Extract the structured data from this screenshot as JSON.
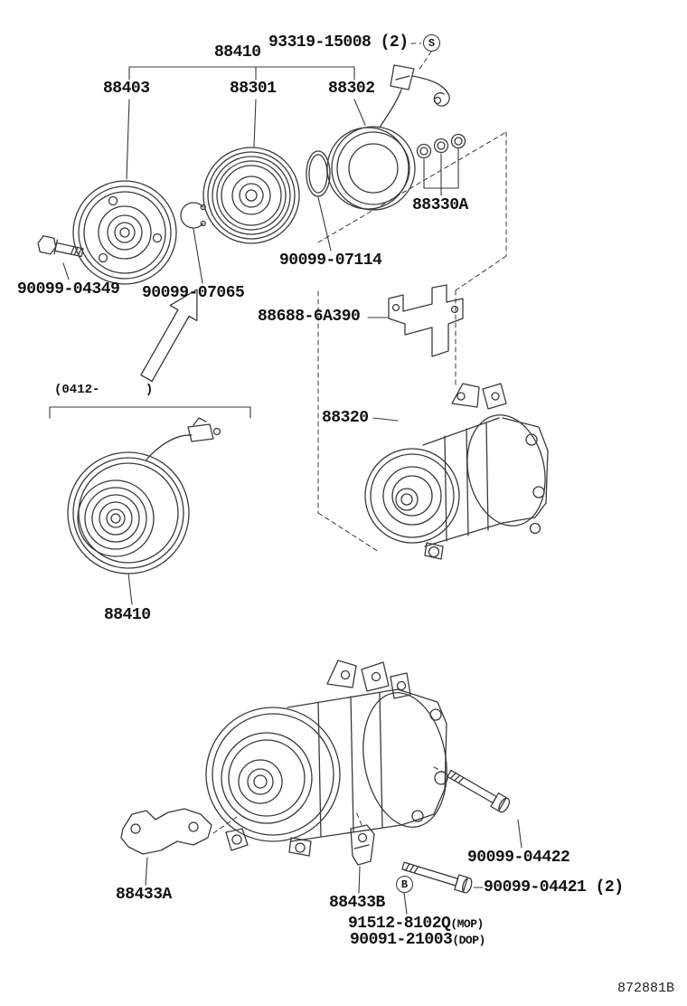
{
  "meta": {
    "drawing_number": "872881B",
    "background_color": "#ffffff",
    "line_color": "#3a3a3a",
    "text_color": "#111111"
  },
  "labels": {
    "screw_93319": "93319-15008 (2)",
    "assy_88410_top": "88410",
    "part_88403": "88403",
    "part_88301": "88301",
    "part_88302": "88302",
    "part_88330A": "88330A",
    "ring_90099_07114": "90099-07114",
    "bolt_90099_04349": "90099-04349",
    "ring_90099_07065": "90099-07065",
    "bracket_88688": "88688-6A390",
    "compressor_88320": "88320",
    "date_range": "(0412-      )",
    "assy_88410_bottom": "88410",
    "bolt_90099_04422": "90099-04422",
    "bracket_88433A": "88433A",
    "bolt_90099_04421": "90099-04421 (2)",
    "bracket_88433B": "88433B",
    "bolt_91512": "91512-8102Q",
    "bolt_91512_suffix": "(MOP)",
    "bolt_90091": "90091-21003",
    "bolt_90091_suffix": "(DOP)",
    "screw_symbol": "S",
    "bolt_symbol": "B"
  }
}
